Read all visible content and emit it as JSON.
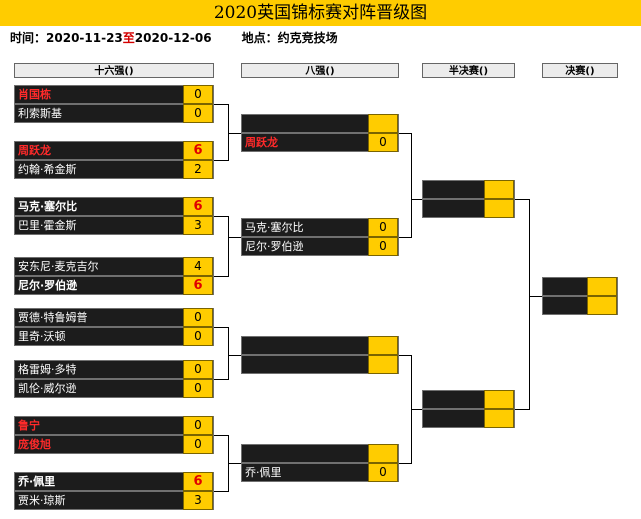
{
  "title": "2020英国锦标赛对阵晋级图",
  "info": {
    "time_label": "时间：",
    "start": "2020-11-23",
    "to": "至",
    "end": "2020-12-06",
    "venue_label": "地点：",
    "venue": "约克竞技场"
  },
  "rounds": [
    "十六强()",
    "八强()",
    "半决赛()",
    "决赛()"
  ],
  "r16": [
    {
      "name": "肖国栋",
      "score": "0",
      "name_color": "red",
      "winner": false
    },
    {
      "name": "利索斯基",
      "score": "0",
      "name_color": "normal",
      "winner": false
    },
    {
      "name": "周跃龙",
      "score": "6",
      "name_color": "red",
      "winner": true
    },
    {
      "name": "约翰·希金斯",
      "score": "2",
      "name_color": "normal",
      "winner": false
    },
    {
      "name": "马克·塞尔比",
      "score": "6",
      "name_color": "normal",
      "winner": true
    },
    {
      "name": "巴里·霍金斯",
      "score": "3",
      "name_color": "normal",
      "winner": false
    },
    {
      "name": "安东尼·麦克吉尔",
      "score": "4",
      "name_color": "normal",
      "winner": false
    },
    {
      "name": "尼尔·罗伯逊",
      "score": "6",
      "name_color": "normal",
      "winner": true
    },
    {
      "name": "贾德·特鲁姆普",
      "score": "0",
      "name_color": "normal",
      "winner": false
    },
    {
      "name": "里奇·沃顿",
      "score": "0",
      "name_color": "normal",
      "winner": false
    },
    {
      "name": "格雷姆·多特",
      "score": "0",
      "name_color": "normal",
      "winner": false
    },
    {
      "name": "凯伦·威尔逊",
      "score": "0",
      "name_color": "normal",
      "winner": false
    },
    {
      "name": "鲁宁",
      "score": "0",
      "name_color": "red",
      "winner": false
    },
    {
      "name": "庞俊旭",
      "score": "0",
      "name_color": "red",
      "winner": false
    },
    {
      "name": "乔·佩里",
      "score": "6",
      "name_color": "normal",
      "winner": true
    },
    {
      "name": "贾米·琼斯",
      "score": "3",
      "name_color": "normal",
      "winner": false
    }
  ],
  "qf": [
    {
      "name": "",
      "score": "",
      "name_color": "normal",
      "winner": false
    },
    {
      "name": "周跃龙",
      "score": "0",
      "name_color": "red",
      "winner": false
    },
    {
      "name": "马克·塞尔比",
      "score": "0",
      "name_color": "normal",
      "winner": false
    },
    {
      "name": "尼尔·罗伯逊",
      "score": "0",
      "name_color": "normal",
      "winner": false
    },
    {
      "name": "",
      "score": "",
      "name_color": "normal",
      "winner": false
    },
    {
      "name": "",
      "score": "",
      "name_color": "normal",
      "winner": false
    },
    {
      "name": "",
      "score": "",
      "name_color": "normal",
      "winner": false
    },
    {
      "name": "乔·佩里",
      "score": "0",
      "name_color": "normal",
      "winner": false
    }
  ],
  "sf": [
    {
      "name": "",
      "score": "",
      "name_color": "normal",
      "winner": false
    },
    {
      "name": "",
      "score": "",
      "name_color": "normal",
      "winner": false
    },
    {
      "name": "",
      "score": "",
      "name_color": "normal",
      "winner": false
    },
    {
      "name": "",
      "score": "",
      "name_color": "normal",
      "winner": false
    }
  ],
  "final": [
    {
      "name": "",
      "score": "",
      "name_color": "normal",
      "winner": false
    },
    {
      "name": "",
      "score": "",
      "name_color": "normal",
      "winner": false
    }
  ],
  "colors": {
    "accent": "#FFCC00",
    "slot_bg": "#1C1C1C",
    "highlight_name": "#FF2A2A",
    "winner_score": "#E00000"
  }
}
